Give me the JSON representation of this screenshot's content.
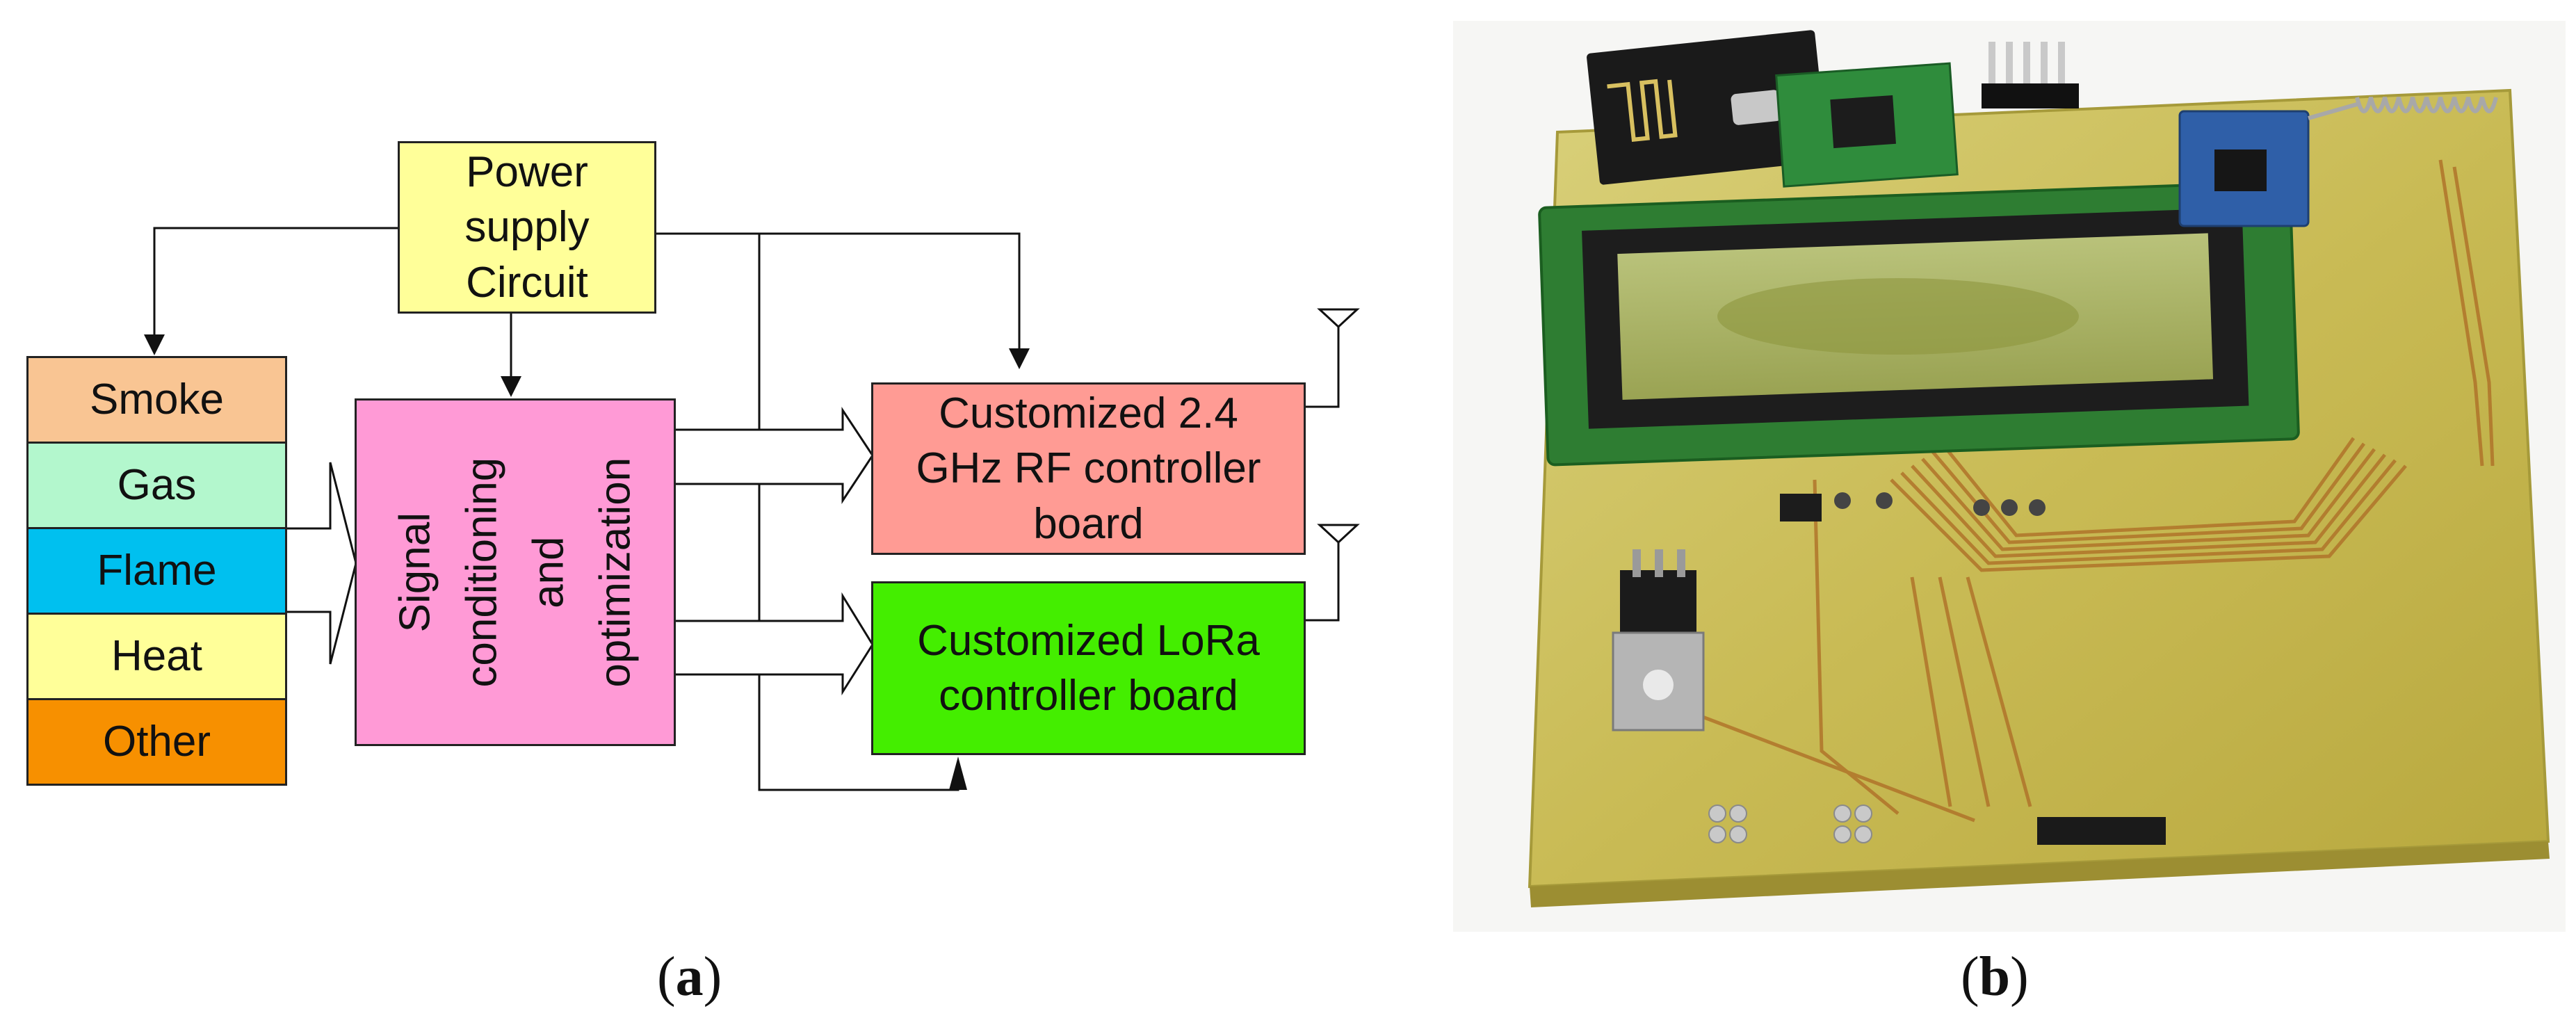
{
  "diagram": {
    "power_supply": "Power supply Circuit",
    "sensors": [
      "Smoke",
      "Gas",
      "Flame",
      "Heat",
      "Other"
    ],
    "signal_block": [
      "Signal",
      "conditioning",
      "and",
      "optimization"
    ],
    "rf_board": "Customized 2.4 GHz RF controller board",
    "lora_board": "Customized LoRa controller board",
    "colors": {
      "power": "#ffff99",
      "smoke": "#f9c593",
      "gas": "#b3f7cd",
      "flame": "#00c0ef",
      "heat": "#ffff99",
      "other": "#f79000",
      "signal": "#ff9ad6",
      "rf": "#ff9b94",
      "lora": "#44ee00"
    }
  },
  "captions": {
    "a": "a",
    "b": "b"
  }
}
